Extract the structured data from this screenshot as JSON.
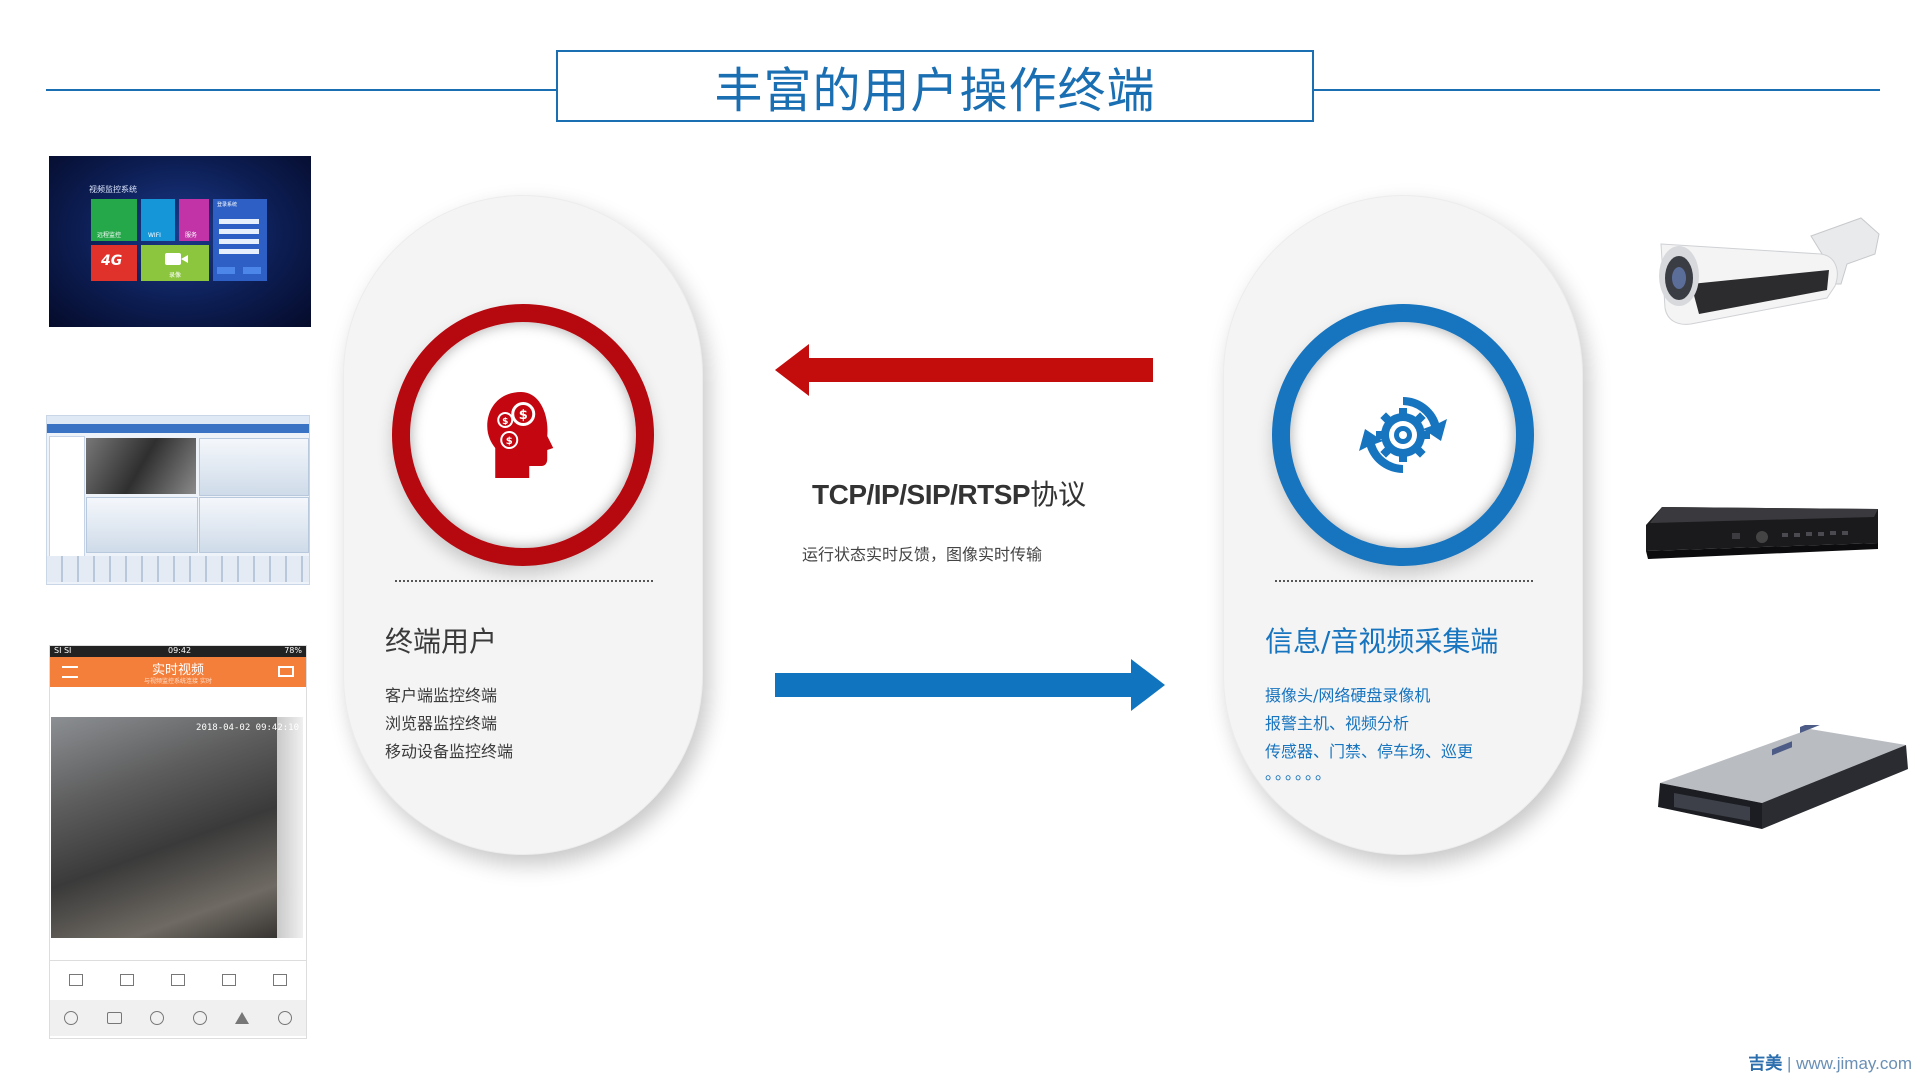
{
  "title": "丰富的用户操作终端",
  "left_panel": {
    "title": "终端用户",
    "items": [
      "客户端监控终端",
      "浏览器监控终端",
      "移动设备监控终端"
    ]
  },
  "right_panel": {
    "title": "信息/音视频采集端",
    "items": [
      "摄像头/网络硬盘录像机",
      "报警主机、视频分析",
      "传感器、门禁、停车场、巡更"
    ],
    "more": "。。。。。。"
  },
  "center": {
    "protocol_latin": "TCP/IP/SIP/RTSP",
    "protocol_cn": "协议",
    "subtitle": "运行状态实时反馈，图像实时传输"
  },
  "thumb_tv": {
    "header": "视频监控系统",
    "tiles": [
      "远程监控",
      "WIFI",
      "服务",
      "4G",
      "录像"
    ],
    "login": "登录系统"
  },
  "thumb_mobile": {
    "status_time": "09:42",
    "status_left": "SI SI",
    "status_right": "78%",
    "header": "实时视频",
    "subheader": "与视频监控系统连接 实时",
    "timestamp": "2018-04-02 09:42:10"
  },
  "watermark": {
    "brand": "吉美",
    "url": "www.jimay.com"
  },
  "colors": {
    "brand_blue": "#1a6fb3",
    "red": "#b5080f",
    "blue": "#1774bf"
  },
  "icons": [
    "head-money-icon",
    "gear-cycle-icon",
    "arrow-left-icon",
    "arrow-right-icon",
    "camera-icon",
    "nvr-icon",
    "server-icon"
  ]
}
